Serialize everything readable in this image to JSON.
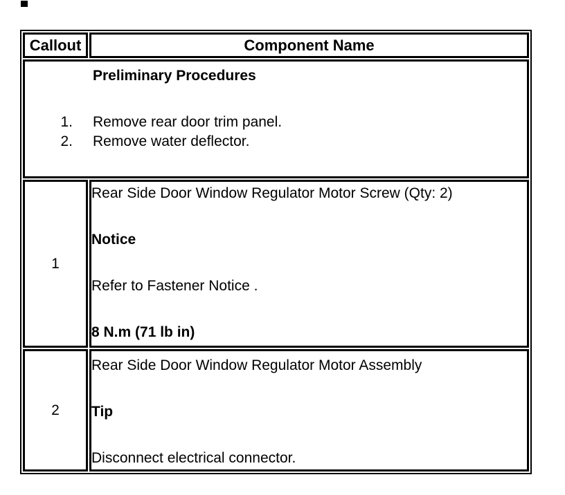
{
  "page": {
    "background": "#ffffff",
    "border_color": "#000000",
    "text_color": "#000000"
  },
  "table": {
    "header": {
      "callout_label": "Callout",
      "component_label": "Component Name"
    },
    "preliminary": {
      "title": "Preliminary Procedures",
      "steps": [
        {
          "num": "1.",
          "text": "Remove rear door trim panel."
        },
        {
          "num": "2.",
          "text": "Remove water deflector."
        }
      ]
    },
    "rows": [
      {
        "callout": "1",
        "paragraphs": [
          {
            "text": "Rear Side Door Window Regulator Motor Screw (Qty: 2)",
            "bold": false
          },
          {
            "text": "Notice",
            "bold": true
          },
          {
            "text": "Refer to Fastener Notice .",
            "bold": false
          },
          {
            "text": "8 N.m (71 lb in)",
            "bold": true
          }
        ]
      },
      {
        "callout": "2",
        "paragraphs": [
          {
            "text": "Rear Side Door Window Regulator Motor Assembly",
            "bold": false
          },
          {
            "text": "Tip",
            "bold": true
          },
          {
            "text": "Disconnect electrical connector.",
            "bold": false
          }
        ]
      }
    ]
  }
}
